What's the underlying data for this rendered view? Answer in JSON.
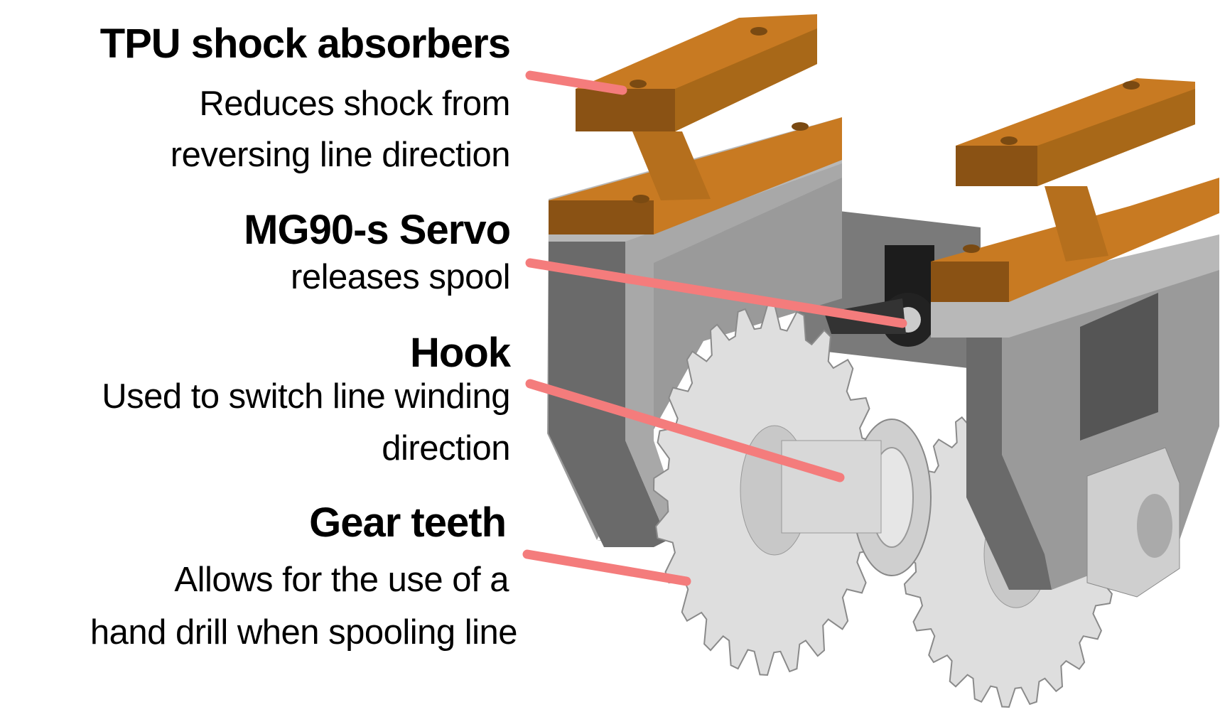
{
  "annotations": [
    {
      "title": "TPU shock absorbers",
      "lines": [
        "Reduces shock  from",
        "reversing line direction"
      ]
    },
    {
      "title": "MG90-s Servo",
      "lines": [
        "releases spool"
      ]
    },
    {
      "title": "Hook",
      "lines": [
        "Used to switch line winding",
        "direction"
      ]
    },
    {
      "title": "Gear teeth",
      "lines": [
        "Allows for the use of a",
        "hand drill when spooling line"
      ]
    }
  ],
  "colors": {
    "leader": "#f47c7c",
    "tpu": "#c87a22",
    "tpu_dark": "#8a5214",
    "frame": "#8a8a8a",
    "frame_dark": "#5e5e5e",
    "gear": "#dcdcdc"
  }
}
